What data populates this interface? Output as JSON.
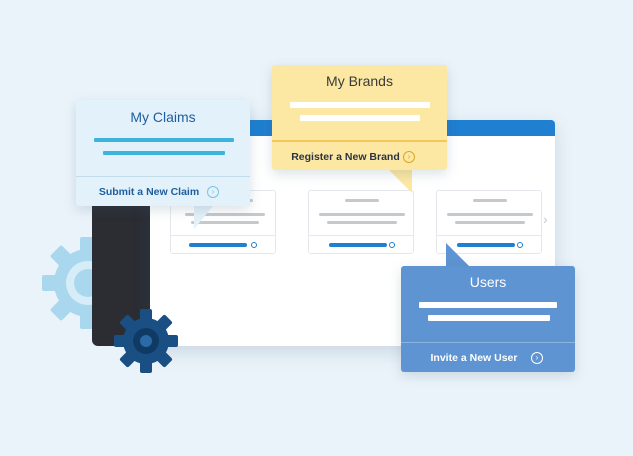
{
  "callouts": {
    "claims": {
      "title": "My Claims",
      "link": "Submit a New Claim"
    },
    "brands": {
      "title": "My Brands",
      "link": "Register a New Brand"
    },
    "users": {
      "title": "Users",
      "link": "Invite a New User"
    }
  },
  "icons": {
    "gear_large": "gear-icon",
    "gear_small": "gear-icon",
    "link_arrow": "circle-chevron-right-icon",
    "carousel_next": "chevron-right-icon"
  },
  "colors": {
    "background": "#eaf3f9",
    "window_bar": "#1f7fd0",
    "claims_bg": "#e3f1fa",
    "brands_bg": "#fde8a3",
    "users_bg": "#5d94d1",
    "gear_light": "#a9d8ee",
    "gear_dark": "#1a4f84"
  }
}
